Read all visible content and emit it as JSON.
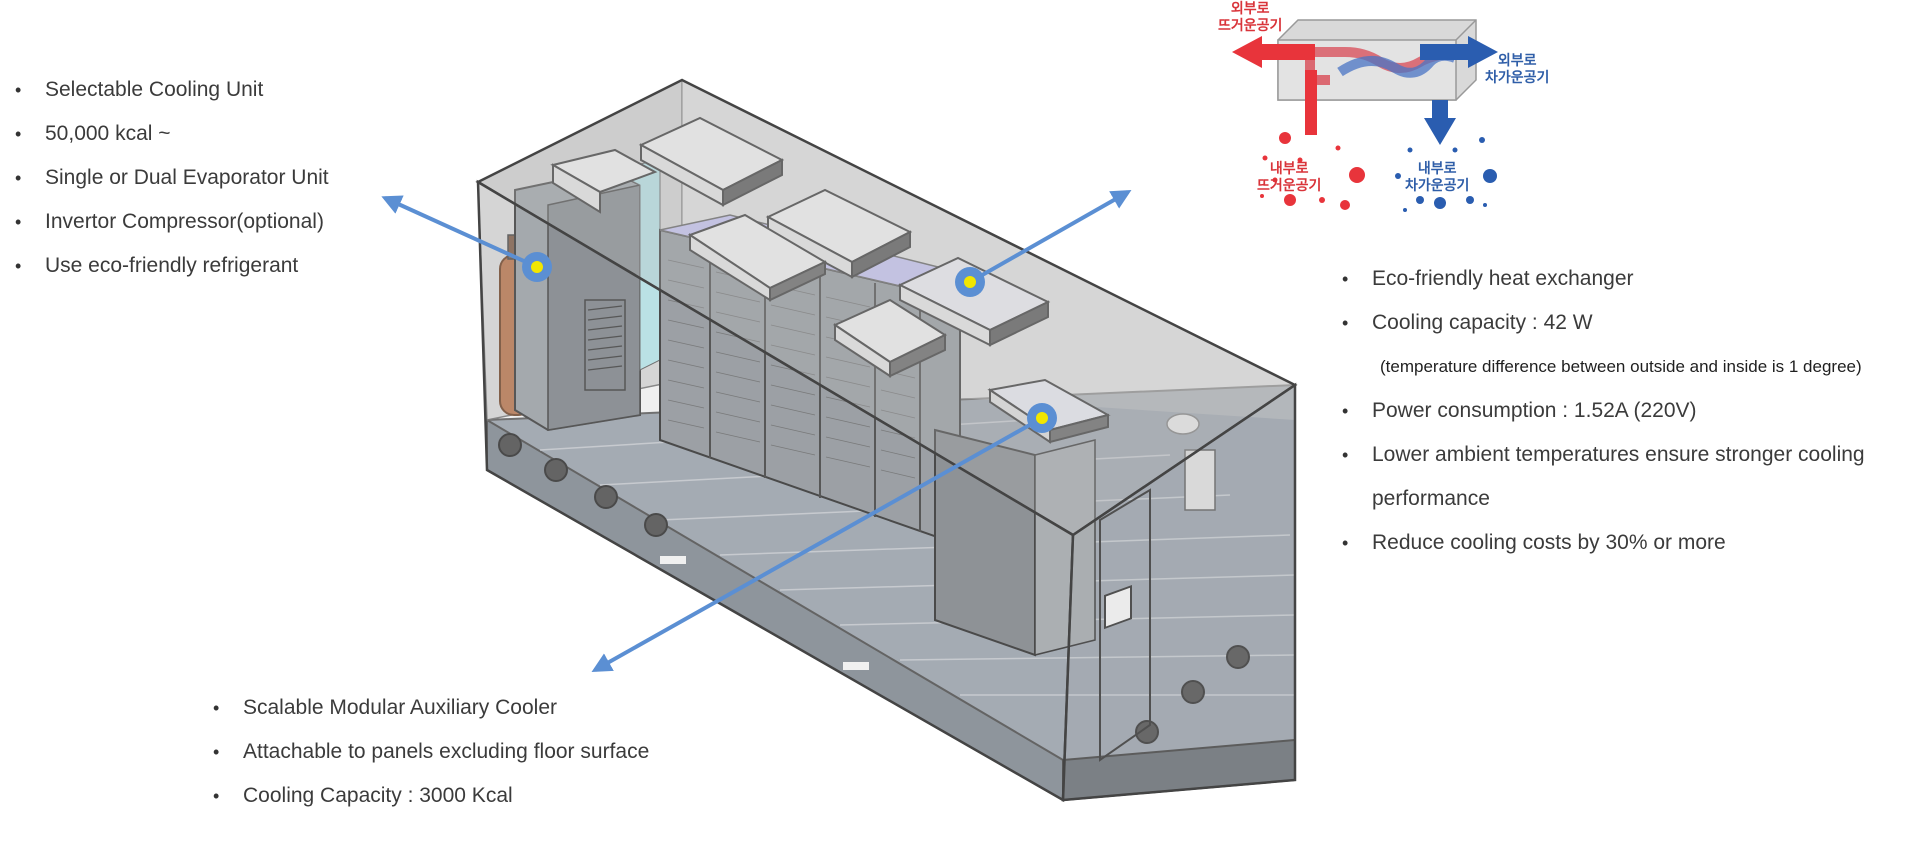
{
  "left_list": {
    "items": [
      "Selectable Cooling Unit",
      "50,000 kcal ~",
      "Single or Dual  Evaporator Unit",
      "Invertor Compressor(optional)",
      "Use eco-friendly refrigerant"
    ]
  },
  "right_list": {
    "items": [
      "Eco-friendly heat exchanger",
      "Cooling capacity : 42 W"
    ],
    "note": "(temperature difference between outside and inside is 1 degree)",
    "items2": [
      "Power consumption : 1.52A (220V)",
      "Lower ambient temperatures ensure stronger cooling"
    ],
    "continuation": "performance",
    "items3": [
      "Reduce cooling costs by 30% or more"
    ]
  },
  "bottom_list": {
    "items": [
      "Scalable Modular Auxiliary Cooler",
      "Attachable to panels excluding floor surface",
      "Cooling Capacity : 3000 Kcal"
    ]
  },
  "heat_exchanger_labels": {
    "out_hot": [
      "외부로",
      "뜨거운공기"
    ],
    "out_cold": [
      "외부로",
      "차가운공기"
    ],
    "in_hot": [
      "내부로",
      "뜨거운공기"
    ],
    "in_cold": [
      "내부로",
      "차가운공기"
    ]
  },
  "colors": {
    "arrow": "#5b8fd3",
    "hot": "#e8343b",
    "cold": "#2a5db0",
    "marker_fill": "#f2e600",
    "container_wall": "#bfbfbf"
  }
}
